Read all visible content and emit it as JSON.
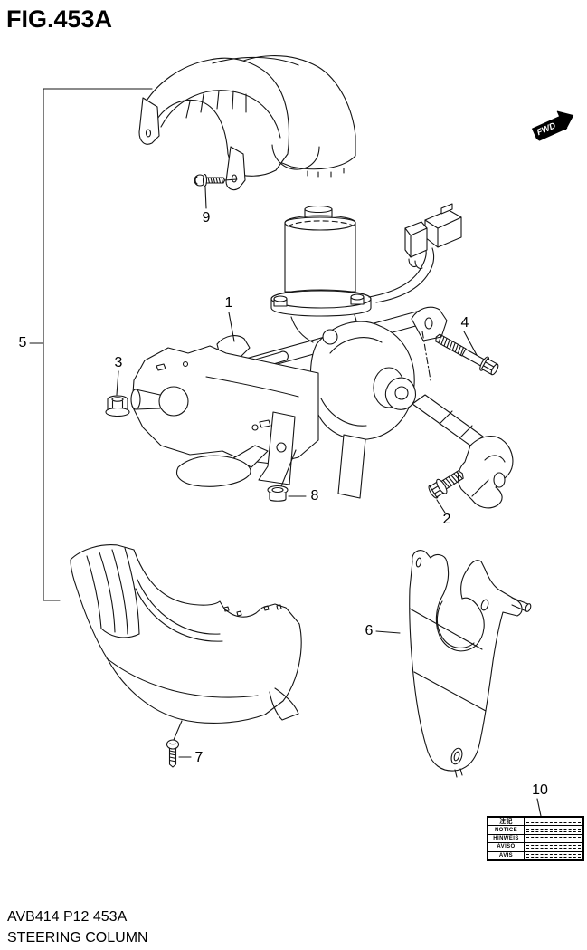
{
  "figure": {
    "title": "FIG.453A"
  },
  "direction_indicator": {
    "label": "FWD"
  },
  "callouts": [
    {
      "label": "1"
    },
    {
      "label": "2"
    },
    {
      "label": "3"
    },
    {
      "label": "4"
    },
    {
      "label": "5"
    },
    {
      "label": "6"
    },
    {
      "label": "7"
    },
    {
      "label": "8"
    },
    {
      "label": "9"
    },
    {
      "label": "10"
    }
  ],
  "notice_label": {
    "rows": [
      {
        "text": "注記"
      },
      {
        "text": "NOTICE"
      },
      {
        "text": "HINWEIS"
      },
      {
        "text": "AVISO"
      },
      {
        "text": "AVIS"
      }
    ]
  },
  "footer": {
    "part_code": "AVB414 P12 453A",
    "figure_name": "STEERING COLUMN"
  },
  "colors": {
    "line": "#000000",
    "background": "#ffffff"
  }
}
